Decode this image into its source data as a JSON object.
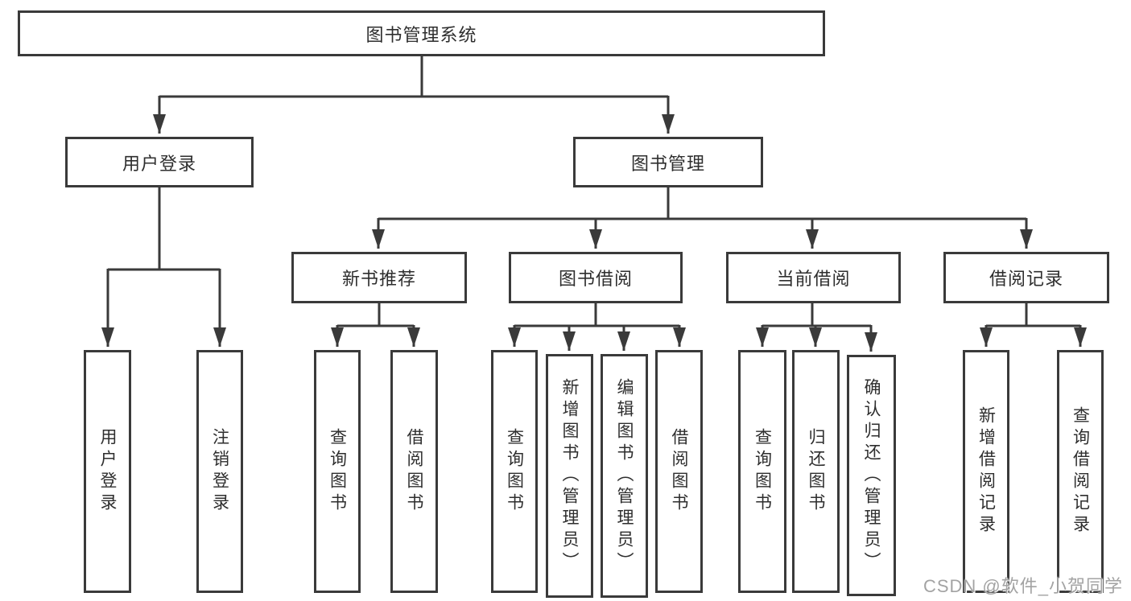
{
  "nodes": {
    "root": {
      "label": "图书管理系统"
    },
    "user_login": {
      "label": "用户登录"
    },
    "book_management": {
      "label": "图书管理"
    },
    "new_book_recommend": {
      "label": "新书推荐"
    },
    "book_borrowing": {
      "label": "图书借阅"
    },
    "current_borrowing": {
      "label": "当前借阅"
    },
    "borrowing_records": {
      "label": "借阅记录"
    },
    "leaf_user_login": {
      "label": "用户登录"
    },
    "leaf_logout": {
      "label": "注销登录"
    },
    "leaf_rec_query_books": {
      "label": "查询图书"
    },
    "leaf_rec_borrow_books": {
      "label": "借阅图书"
    },
    "leaf_bb_query_books": {
      "label": "查询图书"
    },
    "leaf_bb_add_books": {
      "label": "新增图书（管理员）"
    },
    "leaf_bb_edit_books": {
      "label": "编辑图书（管理员）"
    },
    "leaf_bb_borrow_books": {
      "label": "借阅图书"
    },
    "leaf_cb_query_books": {
      "label": "查询图书"
    },
    "leaf_cb_return_books": {
      "label": "归还图书"
    },
    "leaf_cb_confirm_return": {
      "label": "确认归还（管理员）"
    },
    "leaf_br_add_record": {
      "label": "新增借阅记录"
    },
    "leaf_br_query_record": {
      "label": "查询借阅记录"
    }
  },
  "hierarchy": {
    "图书管理系统": {
      "用户登录": [
        "用户登录",
        "注销登录"
      ],
      "图书管理": {
        "新书推荐": [
          "查询图书",
          "借阅图书"
        ],
        "图书借阅": [
          "查询图书",
          "新增图书（管理员）",
          "编辑图书（管理员）",
          "借阅图书"
        ],
        "当前借阅": [
          "查询图书",
          "归还图书",
          "确认归还（管理员）"
        ],
        "借阅记录": [
          "新增借阅记录",
          "查询借阅记录"
        ]
      }
    }
  },
  "watermark": "CSDN @软件_小贺同学",
  "colors": {
    "line": "#3a3a3a",
    "box_border": "#3a3a3a",
    "text": "#2e2e2e",
    "watermark": "#a3a3a3",
    "background": "#ffffff"
  }
}
